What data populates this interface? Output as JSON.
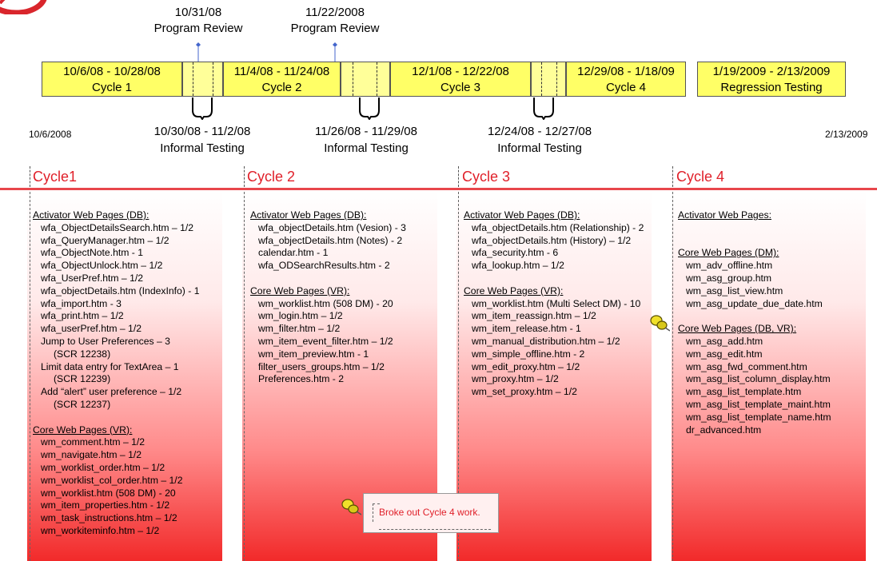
{
  "milestones": [
    {
      "date": "10/31/08",
      "label": "Program Review"
    },
    {
      "date": "11/22/2008",
      "label": "Program Review"
    }
  ],
  "segments": [
    {
      "dates": "10/6/08 - 10/28/08",
      "name": "Cycle 1"
    },
    {
      "dates": "11/4/08 - 11/24/08",
      "name": "Cycle 2"
    },
    {
      "dates": "12/1/08 - 12/22/08",
      "name": "Cycle 3"
    },
    {
      "dates": "12/29/08 - 1/18/09",
      "name": "Cycle 4"
    },
    {
      "dates": "1/19/2009 - 2/13/2009",
      "name": "Regression Testing"
    }
  ],
  "informal": [
    {
      "dates": "10/30/08 - 11/2/08",
      "label": "Informal Testing"
    },
    {
      "dates": "11/26/08 - 11/29/08",
      "label": "Informal Testing"
    },
    {
      "dates": "12/24/08 - 12/27/08",
      "label": "Informal Testing"
    }
  ],
  "start_date": "10/6/2008",
  "end_date": "2/13/2009",
  "columns": [
    {
      "title": "Cycle1",
      "lines": [
        {
          "t": "Activator Web Pages (DB):",
          "k": "h"
        },
        {
          "t": "wfa_ObjectDetailsSearch.htm – 1/2",
          "k": "i"
        },
        {
          "t": "wfa_QueryManager.htm – 1/2",
          "k": "i"
        },
        {
          "t": "wfa_ObjectNote.htm - 1",
          "k": "i"
        },
        {
          "t": "wfa_ObjectUnlock.htm – 1/2",
          "k": "i"
        },
        {
          "t": "wfa_UserPref.htm – 1/2",
          "k": "i"
        },
        {
          "t": "wfa_objectDetails.htm (IndexInfo) - 1",
          "k": "i"
        },
        {
          "t": "wfa_import.htm - 3",
          "k": "i"
        },
        {
          "t": "wfa_print.htm – 1/2",
          "k": "i"
        },
        {
          "t": "wfa_userPref.htm – 1/2",
          "k": "i"
        },
        {
          "t": "Jump to User Preferences – 3",
          "k": "i"
        },
        {
          "t": "(SCR 12238)",
          "k": "i2"
        },
        {
          "t": "Limit data entry for TextArea – 1",
          "k": "i"
        },
        {
          "t": "(SCR 12239)",
          "k": "i2"
        },
        {
          "t": "Add “alert” user preference – 1/2",
          "k": "i"
        },
        {
          "t": "(SCR 12237)",
          "k": "i2"
        },
        {
          "t": "",
          "k": "sp"
        },
        {
          "t": "Core Web Pages (VR):",
          "k": "h"
        },
        {
          "t": "wm_comment.htm – 1/2",
          "k": "i"
        },
        {
          "t": "wm_navigate.htm – 1/2",
          "k": "i"
        },
        {
          "t": "wm_worklist_order.htm – 1/2",
          "k": "i"
        },
        {
          "t": "wm_worklist_col_order.htm – 1/2",
          "k": "i"
        },
        {
          "t": "wm_worklist.htm (508 DM) - 20",
          "k": "i"
        },
        {
          "t": "wm_item_properties.htm - 1/2",
          "k": "i"
        },
        {
          "t": "wm_task_instructions.htm – 1/2",
          "k": "i"
        },
        {
          "t": "wm_workiteminfo.htm – 1/2",
          "k": "i"
        }
      ]
    },
    {
      "title": "Cycle 2",
      "lines": [
        {
          "t": "Activator Web Pages (DB):",
          "k": "h"
        },
        {
          "t": "wfa_objectDetails.htm (Vesion) - 3",
          "k": "i"
        },
        {
          "t": "wfa_objectDetails.htm (Notes) - 2",
          "k": "i"
        },
        {
          "t": "calendar.htm - 1",
          "k": "i"
        },
        {
          "t": "wfa_ODSearchResults.htm - 2",
          "k": "i"
        },
        {
          "t": "",
          "k": "sp"
        },
        {
          "t": "Core Web Pages (VR):",
          "k": "h"
        },
        {
          "t": "wm_worklist.htm (508 DM) - 20",
          "k": "i"
        },
        {
          "t": "wm_login.htm – 1/2",
          "k": "i"
        },
        {
          "t": "wm_filter.htm – 1/2",
          "k": "i"
        },
        {
          "t": "wm_item_event_filter.htm – 1/2",
          "k": "i"
        },
        {
          "t": "wm_item_preview.htm - 1",
          "k": "i"
        },
        {
          "t": "filter_users_groups.htm – 1/2",
          "k": "i"
        },
        {
          "t": "Preferences.htm - 2",
          "k": "i"
        }
      ]
    },
    {
      "title": "Cycle 3",
      "lines": [
        {
          "t": "Activator Web Pages (DB):",
          "k": "h"
        },
        {
          "t": "wfa_objectDetails.htm (Relationship) - 2",
          "k": "i"
        },
        {
          "t": "wfa_objectDetails.htm (History) – 1/2",
          "k": "i"
        },
        {
          "t": "wfa_security.htm - 6",
          "k": "i"
        },
        {
          "t": "wfa_lookup.htm – 1/2",
          "k": "i"
        },
        {
          "t": "",
          "k": "sp"
        },
        {
          "t": "Core Web Pages (VR):",
          "k": "h"
        },
        {
          "t": "wm_worklist.htm (Multi Select DM) - 10",
          "k": "i"
        },
        {
          "t": "wm_item_reassign.htm – 1/2",
          "k": "i"
        },
        {
          "t": "wm_item_release.htm - 1",
          "k": "i"
        },
        {
          "t": "wm_manual_distribution.htm – 1/2",
          "k": "i"
        },
        {
          "t": "wm_simple_offline.htm - 2",
          "k": "i"
        },
        {
          "t": "wm_edit_proxy.htm – 1/2",
          "k": "i"
        },
        {
          "t": "wm_proxy.htm – 1/2",
          "k": "i"
        },
        {
          "t": "wm_set_proxy.htm – 1/2",
          "k": "i"
        }
      ]
    },
    {
      "title": "Cycle 4",
      "lines": [
        {
          "t": "Activator Web Pages:",
          "k": "h"
        },
        {
          "t": "",
          "k": "sp"
        },
        {
          "t": "",
          "k": "sp"
        },
        {
          "t": "Core Web Pages (DM):",
          "k": "h"
        },
        {
          "t": "wm_adv_offline.htm",
          "k": "i"
        },
        {
          "t": "wm_asg_group.htm",
          "k": "i"
        },
        {
          "t": "wm_asg_list_view.htm",
          "k": "i"
        },
        {
          "t": "wm_asg_update_due_date.htm",
          "k": "i"
        },
        {
          "t": "",
          "k": "sp"
        },
        {
          "t": "Core Web Pages (DB, VR):",
          "k": "h"
        },
        {
          "t": "wm_asg_add.htm",
          "k": "i"
        },
        {
          "t": "wm_asg_edit.htm",
          "k": "i"
        },
        {
          "t": "wm_asg_fwd_comment.htm",
          "k": "i"
        },
        {
          "t": "wm_asg_list_column_display.htm",
          "k": "i"
        },
        {
          "t": "wm_asg_list_template.htm",
          "k": "i"
        },
        {
          "t": "wm_asg_list_template_maint.htm",
          "k": "i"
        },
        {
          "t": "wm_asg_list_template_name.htm",
          "k": "i"
        },
        {
          "t": "dr_advanced.htm",
          "k": "i"
        }
      ]
    }
  ],
  "callout": "Broke out Cycle 4 work.",
  "colors": {
    "bar": "#ffff66",
    "accent": "#e0202a",
    "line": "#e8464b"
  },
  "icons": [
    "pushpin-icon"
  ]
}
